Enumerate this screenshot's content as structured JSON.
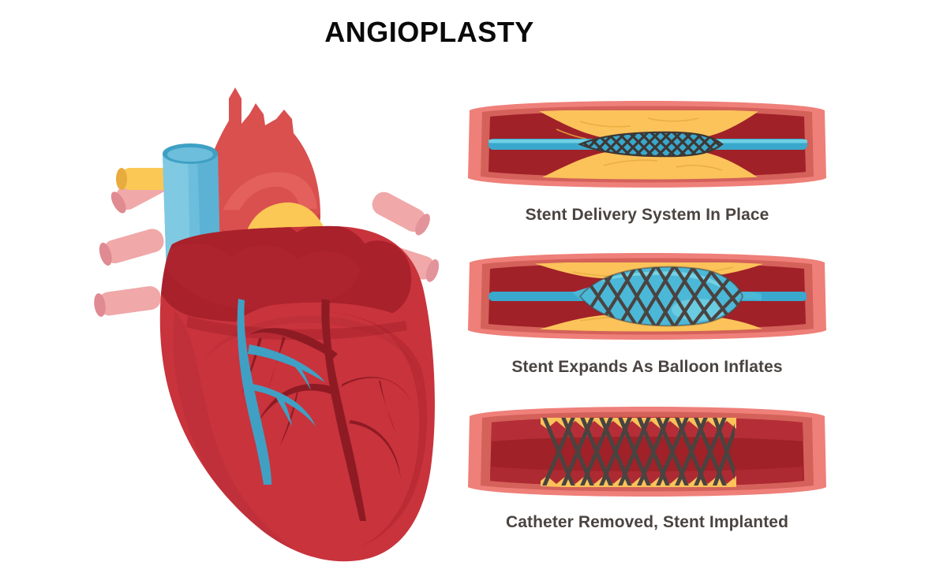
{
  "title": "ANGIOPLASTY",
  "steps": [
    {
      "id": "step-1",
      "label": "Stent Delivery System In Place"
    },
    {
      "id": "step-2",
      "label": "Stent Expands As Balloon Inflates"
    },
    {
      "id": "step-3",
      "label": "Catheter Removed, Stent Implanted"
    }
  ],
  "heart": {
    "name": "human-heart-illustration",
    "parts": [
      "aortic-arch",
      "superior-vena-cava",
      "pulmonary-artery",
      "pulmonary-vein-stubs",
      "right-atrium",
      "left-ventricle",
      "coronary-artery",
      "coronary-vein"
    ]
  },
  "colors": {
    "title_text": "#0a0a0a",
    "label_text": "#4a4441",
    "background": "#ffffff",
    "vessel_outer": "#ef7f79",
    "vessel_wall": "#d4615a",
    "vessel_wall_dark": "#c4564f",
    "lumen_dark_red": "#a02128",
    "lumen_mid_red": "#b8303a",
    "plaque_yellow": "#fbc35a",
    "plaque_yellow_light": "#fdd27f",
    "catheter_blue": "#3aa8cc",
    "catheter_blue_light": "#6fd0e4",
    "balloon_blue": "#4bb8d8",
    "balloon_blue_light": "#79d4e6",
    "stent_mesh": "#4a4340",
    "heart_red": "#c9333c",
    "heart_red_dark": "#a8212b",
    "heart_red_light": "#d9504f",
    "heart_pink_stub": "#f0a8a8",
    "heart_pink_stub_dark": "#e08a92",
    "heart_yellow_artery": "#fbc855",
    "heart_orange_shadow": "#e89a4a",
    "heart_blue_vessel": "#6cbedc",
    "heart_blue_vessel_dark": "#3fa0c4"
  },
  "chart_data": {
    "type": "diagram",
    "title": "ANGIOPLASTY",
    "stages": [
      {
        "index": 1,
        "label": "Stent Delivery System In Place",
        "lumen_state": "severely narrowed",
        "plaque": "thick yellow plaque top and bottom",
        "stent": "compressed mesh on catheter",
        "balloon": "deflated"
      },
      {
        "index": 2,
        "label": "Stent Expands As Balloon Inflates",
        "lumen_state": "widening",
        "plaque": "plaque pushed outward",
        "stent": "expanding mesh",
        "balloon": "inflated lens shape"
      },
      {
        "index": 3,
        "label": "Catheter Removed, Stent Implanted",
        "lumen_state": "open",
        "plaque": "thin compressed plaque at walls",
        "stent": "expanded mesh holding vessel open",
        "balloon": "removed"
      }
    ]
  }
}
